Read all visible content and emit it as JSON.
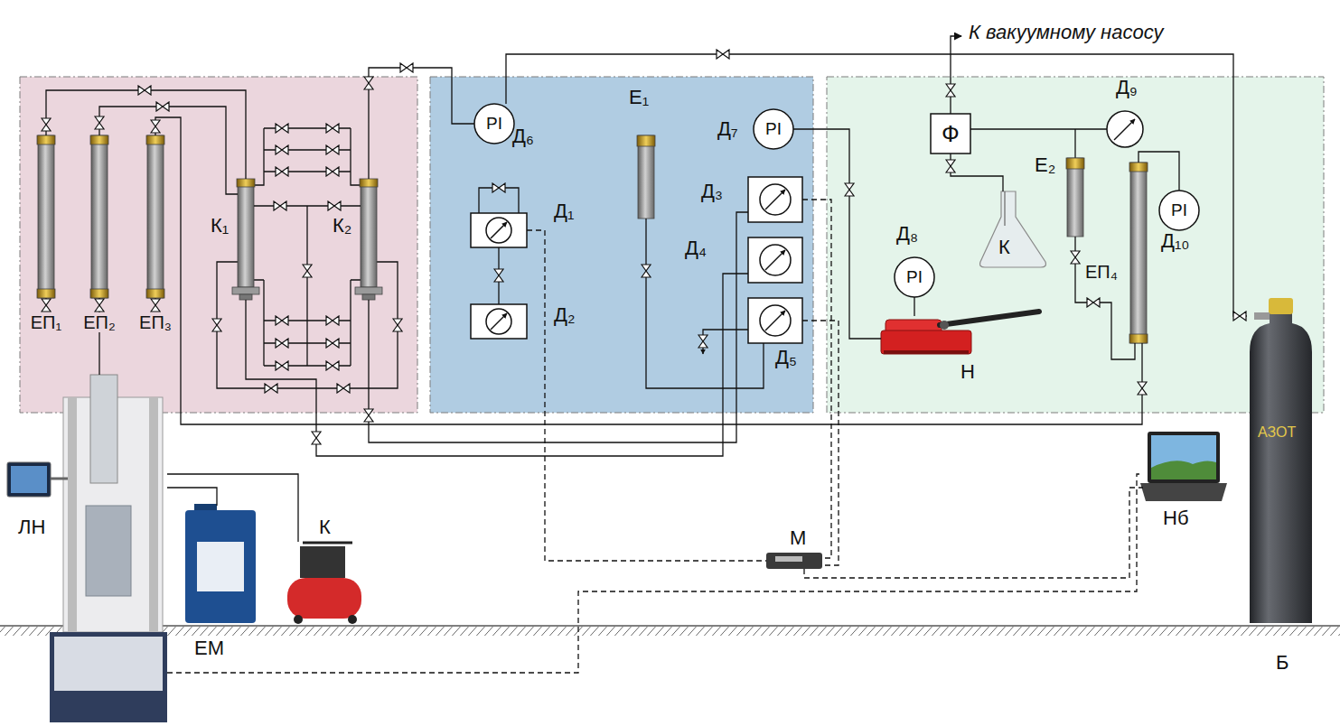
{
  "diagram": {
    "nodes": [
      {
        "text": [
          "ЕП₁"
        ]
      },
      {
        "text": [
          "ЕП₂"
        ]
      },
      {
        "text": [
          "ЕП₃"
        ]
      },
      {
        "text": [
          "К₁"
        ]
      },
      {
        "text": [
          "К₂"
        ]
      },
      {
        "text": [
          "PI",
          "Д₆"
        ]
      },
      {
        "text": [
          "Е₁"
        ]
      },
      {
        "text": [
          "Д₁"
        ]
      },
      {
        "text": [
          "Д₂"
        ]
      },
      {
        "text": [
          "PI",
          "Д₇"
        ]
      },
      {
        "text": [
          "Д₃"
        ]
      },
      {
        "text": [
          "Д₄"
        ]
      },
      {
        "text": [
          "Д₅"
        ]
      },
      {
        "text": [
          "Ф"
        ]
      },
      {
        "text": [
          "Д₉"
        ]
      },
      {
        "text": [
          "Е₂"
        ]
      },
      {
        "text": [
          "К"
        ]
      },
      {
        "text": [
          "PI",
          "Д₈"
        ]
      },
      {
        "text": [
          "PI",
          "Д₁₀"
        ]
      },
      {
        "text": [
          "ЕП₄"
        ]
      },
      {
        "text": [
          "Н"
        ]
      },
      {
        "text": [
          "ЛН"
        ]
      },
      {
        "text": [
          "ЕМ"
        ]
      },
      {
        "text": [
          "К"
        ]
      },
      {
        "text": [
          "М"
        ]
      },
      {
        "text": [
          "Нб"
        ]
      },
      {
        "text": [
          "АЗОТ",
          "Б"
        ]
      }
    ],
    "edges": [
      {
        "from": 5,
        "to": 26,
        "arrow": "none"
      },
      {
        "from": 9,
        "to": 20,
        "arrow": "none"
      },
      {
        "from": 17,
        "to": 20,
        "arrow": "none"
      },
      {
        "from": 13,
        "to": 14,
        "arrow": "none"
      },
      {
        "from": 13,
        "to": 16,
        "arrow": "none"
      },
      {
        "from": 15,
        "to": 19,
        "arrow": "none"
      },
      {
        "from": 19,
        "to": 18,
        "arrow": "none"
      },
      {
        "from": 7,
        "to": 8,
        "arrow": "none"
      },
      {
        "from": 7,
        "to": 24,
        "arrow": "none"
      },
      {
        "from": 10,
        "to": 24,
        "arrow": "none"
      },
      {
        "from": 12,
        "to": 24,
        "arrow": "none"
      },
      {
        "from": 24,
        "to": 25,
        "arrow": "none"
      },
      {
        "from": 21,
        "to": 25,
        "arrow": "none"
      },
      {
        "from": 21,
        "to": 1,
        "arrow": "none"
      },
      {
        "from": 21,
        "to": 22,
        "arrow": "none"
      },
      {
        "from": 21,
        "to": 23,
        "arrow": "none"
      },
      {
        "from": 2,
        "to": 19,
        "arrow": "none"
      },
      {
        "from": 3,
        "to": 4,
        "arrow": "none"
      },
      {
        "from": 0,
        "to": 3,
        "arrow": "none"
      },
      {
        "from": 1,
        "to": 3,
        "arrow": "none"
      },
      {
        "from": 5,
        "to": 4,
        "arrow": "none"
      },
      {
        "from": 11,
        "to": 3,
        "arrow": "none"
      },
      {
        "from": 10,
        "to": 4,
        "arrow": "none"
      },
      {
        "from": 6,
        "to": 12,
        "arrow": "none"
      }
    ],
    "labels": [
      "К вакуумному насосу"
    ]
  }
}
